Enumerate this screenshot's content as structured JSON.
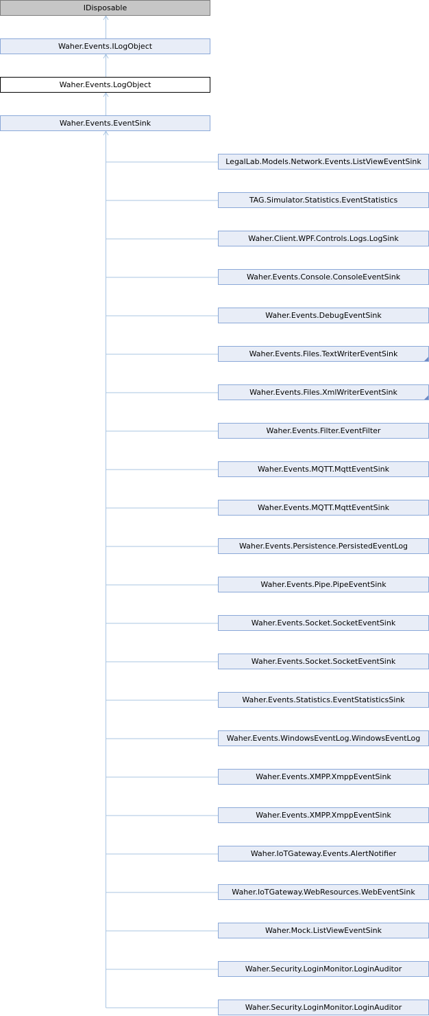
{
  "colors": {
    "edge": "#a8c4e2",
    "node_fill": "#e8edf7",
    "node_border": "#8aa8d8",
    "root_fill": "#c6c6c6",
    "focus_fill": "#ffffff"
  },
  "hierarchy": {
    "interface": "IDisposable",
    "log_interface": "Waher.Events.ILogObject",
    "log_object": "Waher.Events.LogObject",
    "event_sink": "Waher.Events.EventSink"
  },
  "derived": [
    {
      "label": "LegalLab.Models.Network.Events.ListViewEventSink",
      "has_more": false
    },
    {
      "label": "TAG.Simulator.Statistics.EventStatistics",
      "has_more": false
    },
    {
      "label": "Waher.Client.WPF.Controls.Logs.LogSink",
      "has_more": false
    },
    {
      "label": "Waher.Events.Console.ConsoleEventSink",
      "has_more": false
    },
    {
      "label": "Waher.Events.DebugEventSink",
      "has_more": false
    },
    {
      "label": "Waher.Events.Files.TextWriterEventSink",
      "has_more": true
    },
    {
      "label": "Waher.Events.Files.XmlWriterEventSink",
      "has_more": true
    },
    {
      "label": "Waher.Events.Filter.EventFilter",
      "has_more": false
    },
    {
      "label": "Waher.Events.MQTT.MqttEventSink",
      "has_more": false
    },
    {
      "label": "Waher.Events.MQTT.MqttEventSink",
      "has_more": false
    },
    {
      "label": "Waher.Events.Persistence.PersistedEventLog",
      "has_more": false
    },
    {
      "label": "Waher.Events.Pipe.PipeEventSink",
      "has_more": false
    },
    {
      "label": "Waher.Events.Socket.SocketEventSink",
      "has_more": false
    },
    {
      "label": "Waher.Events.Socket.SocketEventSink",
      "has_more": false
    },
    {
      "label": "Waher.Events.Statistics.EventStatisticsSink",
      "has_more": false
    },
    {
      "label": "Waher.Events.WindowsEventLog.WindowsEventLog",
      "has_more": false
    },
    {
      "label": "Waher.Events.XMPP.XmppEventSink",
      "has_more": false
    },
    {
      "label": "Waher.Events.XMPP.XmppEventSink",
      "has_more": false
    },
    {
      "label": "Waher.IoTGateway.Events.AlertNotifier",
      "has_more": false
    },
    {
      "label": "Waher.IoTGateway.WebResources.WebEventSink",
      "has_more": false
    },
    {
      "label": "Waher.Mock.ListViewEventSink",
      "has_more": false
    },
    {
      "label": "Waher.Security.LoginMonitor.LoginAuditor",
      "has_more": false
    },
    {
      "label": "Waher.Security.LoginMonitor.LoginAuditor",
      "has_more": false
    }
  ]
}
